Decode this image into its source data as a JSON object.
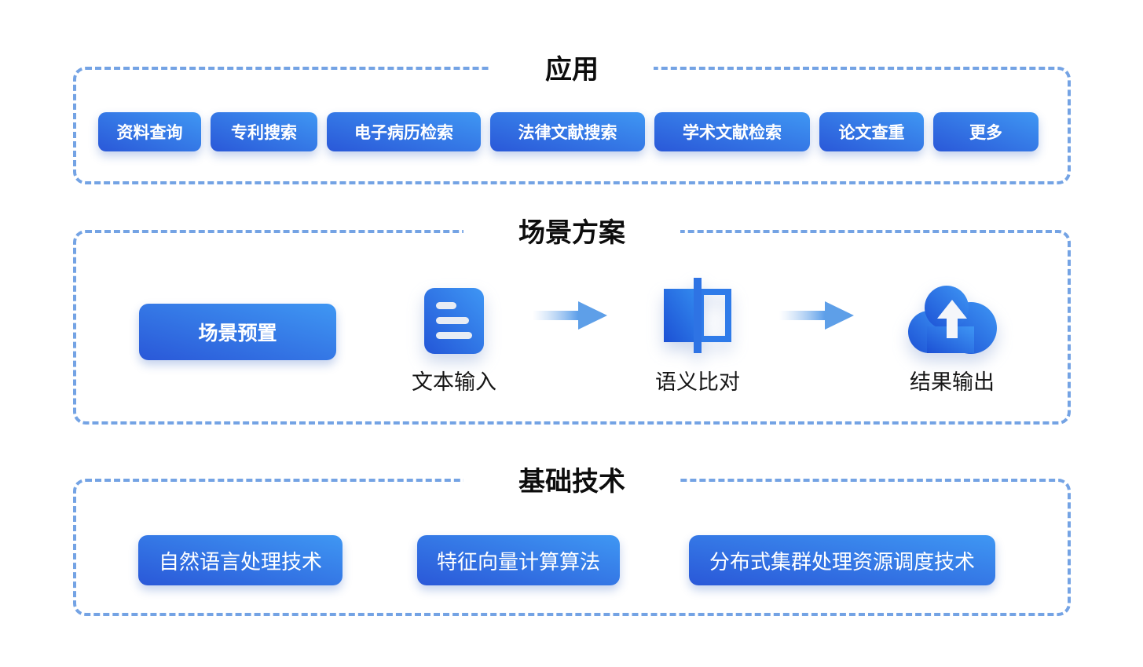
{
  "page": {
    "background": "#ffffff"
  },
  "colors": {
    "dashed_border": "#74A3E4",
    "button_gradient_start": "#2A58D8",
    "button_gradient_end": "#3F97F3",
    "icon_gradient_start": "#1C50D4",
    "icon_gradient_end": "#3E96F4",
    "arrow_blue": "#5E9FE8",
    "title_text": "#0d0d0d",
    "button_text": "#ffffff",
    "label_text": "#161616"
  },
  "sections": {
    "applications": {
      "title": "应用",
      "buttons": [
        "资料查询",
        "专利搜索",
        "电子病历检索",
        "法律文献搜索",
        "学术文献检索",
        "论文查重",
        "更多"
      ]
    },
    "scenario": {
      "title": "场景方案",
      "preset_button": "场景预置",
      "steps": [
        {
          "icon": "document-icon",
          "label": "文本输入"
        },
        {
          "icon": "compare-icon",
          "label": "语义比对"
        },
        {
          "icon": "cloud-upload-icon",
          "label": "结果输出"
        }
      ]
    },
    "foundation": {
      "title": "基础技术",
      "buttons": [
        "自然语言处理技术",
        "特征向量计算算法",
        "分布式集群处理资源调度技术"
      ]
    }
  }
}
